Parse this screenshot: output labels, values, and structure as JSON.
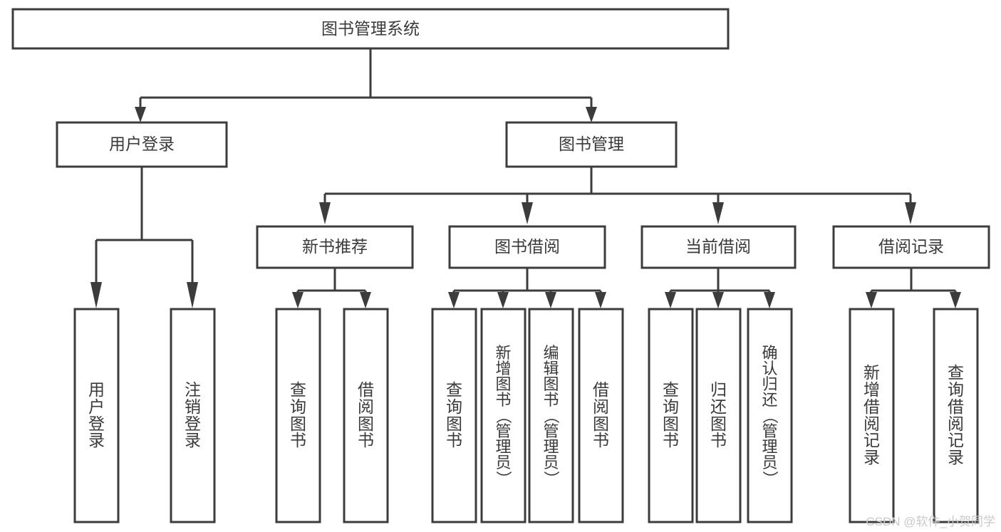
{
  "diagram": {
    "title": "图书管理系统",
    "type": "tree",
    "watermark": "CSDN @软件_小贺同学",
    "colors": {
      "border": "#3c3c3c",
      "text": "#3a3a3a",
      "background": "#ffffff",
      "watermark": "#c9c9c9"
    },
    "levels": {
      "root": {
        "label": "图书管理系统"
      },
      "level2": [
        {
          "label": "用户登录"
        },
        {
          "label": "图书管理"
        }
      ],
      "level3": [
        {
          "label": "新书推荐"
        },
        {
          "label": "图书借阅"
        },
        {
          "label": "当前借阅"
        },
        {
          "label": "借阅记录"
        }
      ],
      "leaves": {
        "user_login": [
          {
            "label": "用户登录"
          },
          {
            "label": "注销登录"
          }
        ],
        "new_book_recommend": [
          {
            "label": "查询图书"
          },
          {
            "label": "借阅图书"
          }
        ],
        "book_borrow": [
          {
            "label": "查询图书"
          },
          {
            "label": "新增图书（管理员）"
          },
          {
            "label": "编辑图书（管理员）"
          },
          {
            "label": "借阅图书"
          }
        ],
        "current_borrow": [
          {
            "label": "查询图书"
          },
          {
            "label": "归还图书"
          },
          {
            "label": "确认归还（管理员）"
          }
        ],
        "borrow_record": [
          {
            "label": "新增借阅记录"
          },
          {
            "label": "查询借阅记录"
          }
        ]
      }
    }
  }
}
